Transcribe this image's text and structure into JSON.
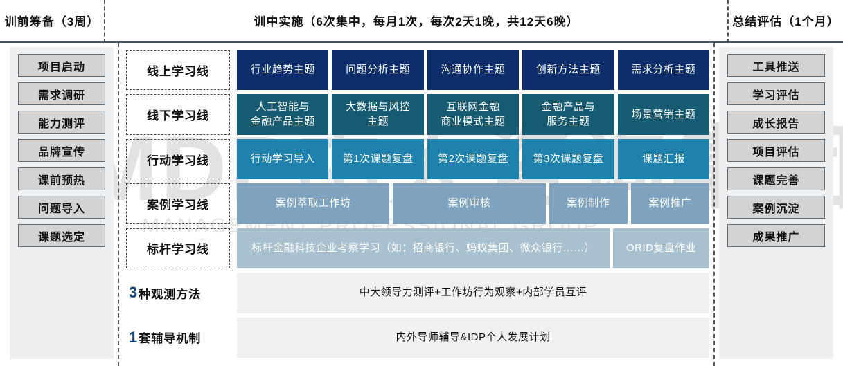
{
  "header": {
    "left": "训前筹备（3周）",
    "middle": "训中实施（6次集中，每月1次，每次2天1晚，共12天6晚）",
    "right": "总结评估（1个月）"
  },
  "watermark": {
    "main": "MDP中大咨询集团",
    "sub": "MANAGEMENT PROFESSIONAL GROUP"
  },
  "left_panel": {
    "items": [
      {
        "label": "项目启动"
      },
      {
        "label": "需求调研"
      },
      {
        "label": "能力测评"
      },
      {
        "label": "品牌宣传"
      },
      {
        "label": "课前预热"
      },
      {
        "label": "问题导入"
      },
      {
        "label": "课题选定"
      }
    ]
  },
  "right_panel": {
    "items": [
      {
        "label": "工具推送"
      },
      {
        "label": "学习评估"
      },
      {
        "label": "成长报告"
      },
      {
        "label": "项目评估"
      },
      {
        "label": "课题完善"
      },
      {
        "label": "案例沉淀"
      },
      {
        "label": "成果推广"
      }
    ]
  },
  "colors": {
    "row1": "#0d2d6b",
    "row2": "#175b72",
    "row3": "#1f82ad",
    "row4": "#7fa3bf",
    "row5": "#a9c0cf",
    "row_plain": "#f0f0f0",
    "chip_fill": "#d3d3d3",
    "chip_border": "#5b6b78",
    "panel_bg": "#eeeff0",
    "accent_number": "#14457e",
    "header_rule": "#4a5a64"
  },
  "matrix": {
    "rows": [
      {
        "label": "线上学习线",
        "label_number": "",
        "boxed": true,
        "cells": [
          {
            "text": "行业趋势主题",
            "flex": 1
          },
          {
            "text": "问题分析主题",
            "flex": 1
          },
          {
            "text": "沟通协作主题",
            "flex": 1
          },
          {
            "text": "创新方法主题",
            "flex": 1
          },
          {
            "text": "需求分析主题",
            "flex": 1
          }
        ]
      },
      {
        "label": "线下学习线",
        "label_number": "",
        "boxed": true,
        "cells": [
          {
            "text": "人工智能与\n金融产品主题",
            "flex": 1
          },
          {
            "text": "大数据与风控\n主题",
            "flex": 1
          },
          {
            "text": "互联网金融\n商业模式主题",
            "flex": 1
          },
          {
            "text": "金融产品与\n服务主题",
            "flex": 1
          },
          {
            "text": "场景营销主题",
            "flex": 1
          }
        ]
      },
      {
        "label": "行动学习线",
        "label_number": "",
        "boxed": true,
        "cells": [
          {
            "text": "行动学习导入",
            "flex": 1
          },
          {
            "text": "第1次课题复盘",
            "flex": 1
          },
          {
            "text": "第2次课题复盘",
            "flex": 1
          },
          {
            "text": "第3次课题复盘",
            "flex": 1
          },
          {
            "text": "课题汇报",
            "flex": 1
          }
        ]
      },
      {
        "label": "案例学习线",
        "label_number": "",
        "boxed": true,
        "cells": [
          {
            "text": "案例萃取工作坊",
            "flex": 2.02
          },
          {
            "text": "案例审核",
            "flex": 2.02
          },
          {
            "text": "案例制作",
            "flex": 1
          },
          {
            "text": "案例推广",
            "flex": 1
          }
        ]
      },
      {
        "label": "标杆学习线",
        "label_number": "",
        "boxed": true,
        "cells": [
          {
            "text": "标杆金融科技企业考察学习（如：招商银行、蚂蚁集团、微众银行……）",
            "flex": 4.06
          },
          {
            "text": "ORID复盘作业",
            "flex": 1
          }
        ]
      },
      {
        "label": "种观测方法",
        "label_number": "3",
        "boxed": false,
        "cells": [
          {
            "text": "中大领导力测评+工作坊行为观察+内部学员互评",
            "flex": 1,
            "plain": true
          }
        ]
      },
      {
        "label": "套辅导机制",
        "label_number": "1",
        "boxed": false,
        "cells": [
          {
            "text": "内外导师辅导&IDP个人发展计划",
            "flex": 1,
            "plain": true
          }
        ]
      }
    ]
  }
}
